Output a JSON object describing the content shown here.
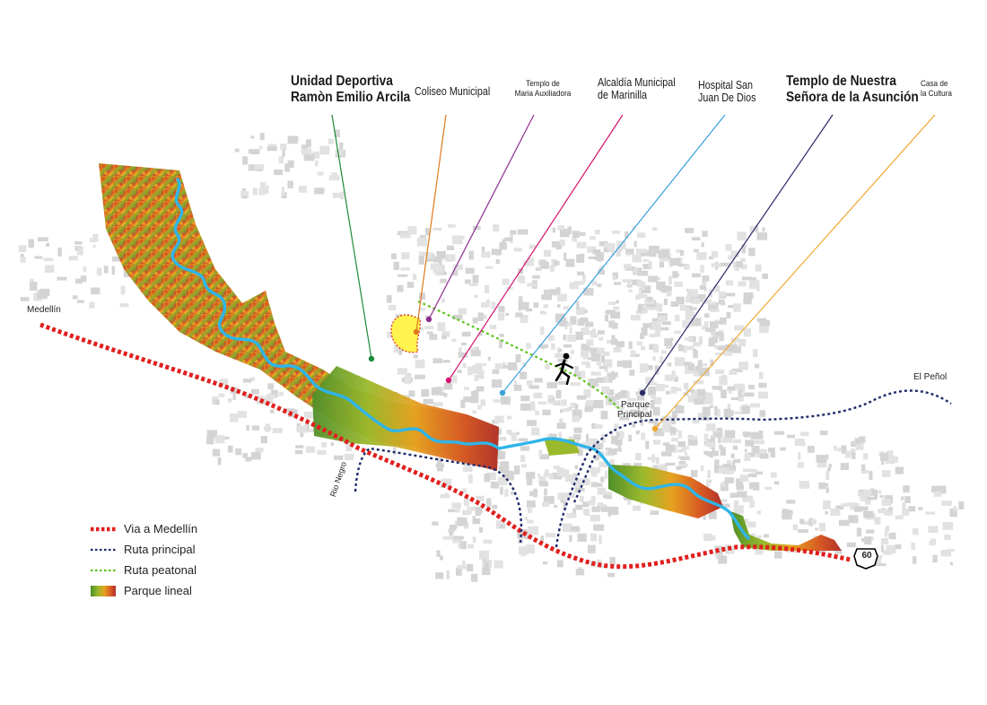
{
  "labels": {
    "unidad_deportiva": [
      "Unidad Deportiva",
      "Ramòn Emilio Arcila"
    ],
    "coliseo": "Coliseo Municipal",
    "templo_auxiliadora": [
      "Templo de",
      "Maria Auxiliadora"
    ],
    "alcaldia": [
      "Alcaldía Municipal",
      "de Marinilla"
    ],
    "hospital": [
      "Hospital San",
      "Juan De Dios"
    ],
    "templo_asuncion": [
      "Templo de Nuestra",
      "Señora de la Asunción"
    ],
    "casa_cultura": [
      "Casa de",
      "la Cultura"
    ]
  },
  "places": {
    "medellin": "Medellín",
    "el_penol": "El Peñol",
    "rio_negro": "Rio Negro",
    "parque": [
      "Parque",
      "Principal"
    ],
    "highway": "60"
  },
  "legend": [
    {
      "label": "Via a Medellín",
      "color": "#e0201e",
      "style": "dotted-thick"
    },
    {
      "label": "Ruta principal",
      "color": "#1f2a6b",
      "style": "dotted"
    },
    {
      "label": "Ruta peatonal",
      "color": "#5cc41e",
      "style": "dotted"
    },
    {
      "label": "Parque lineal",
      "color": "#e07a1e",
      "style": "swatch"
    }
  ],
  "colors": {
    "via_medellin": "#e0201e",
    "ruta_principal": "#1f2a6b",
    "ruta_peatonal": "#5cc41e",
    "river": "#2fb5e8",
    "coliseo_fill": "#fff34d",
    "leader_unidad": "#1e8a3a",
    "leader_coliseo": "#e07a1e",
    "leader_auxiliadora": "#8e2c8e",
    "leader_alcaldia": "#d4146e",
    "leader_hospital": "#3aa2d8",
    "leader_asuncion": "#2a2a6a",
    "leader_cultura": "#f0a830"
  },
  "icons": [
    "pedestrian-icon",
    "highway-shield-icon"
  ]
}
